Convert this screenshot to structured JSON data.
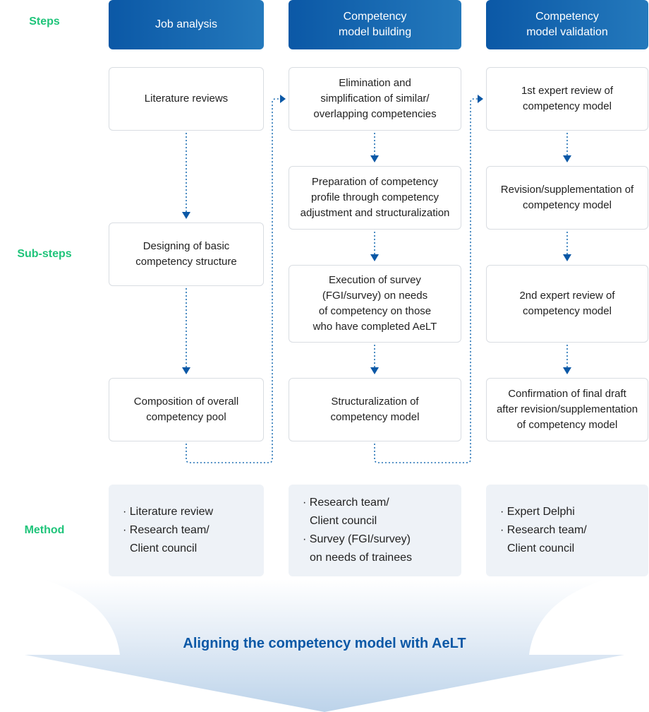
{
  "labels": {
    "steps": "Steps",
    "sub_steps": "Sub-steps",
    "method": "Method"
  },
  "steps": [
    {
      "title": "Job analysis"
    },
    {
      "title": "Competency\nmodel building"
    },
    {
      "title": "Competency\nmodel validation"
    }
  ],
  "substeps": [
    [
      "Literature reviews",
      "Designing of basic\ncompetency structure",
      "Composition of overall\ncompetency pool"
    ],
    [
      "Elimination and\nsimplification of similar/\noverlapping competencies",
      "Preparation of competency\nprofile through competency\nadjustment and structuralization",
      "Execution of survey\n(FGI/survey) on needs\nof competency on those\nwho have completed AeLT",
      "Structuralization of\ncompetency model"
    ],
    [
      "1st expert review of\ncompetency model",
      "Revision/supplementation of\ncompetency model",
      "2nd expert review of\ncompetency model",
      "Confirmation of final draft\nafter revision/supplementation\nof competency model"
    ]
  ],
  "methods": [
    [
      "Literature review",
      "Research team/\nClient council"
    ],
    [
      "Research team/\nClient council",
      "Survey (FGI/survey)\non needs of trainees"
    ],
    [
      "Expert Delphi",
      "Research team/\nClient council"
    ]
  ],
  "banner": "Aligning the competency model with AeLT",
  "colors": {
    "primary": "#0b58a6",
    "label_green": "#1fc47a",
    "method_bg": "#eef2f7",
    "arrow_dot": "#1f6fb4"
  }
}
